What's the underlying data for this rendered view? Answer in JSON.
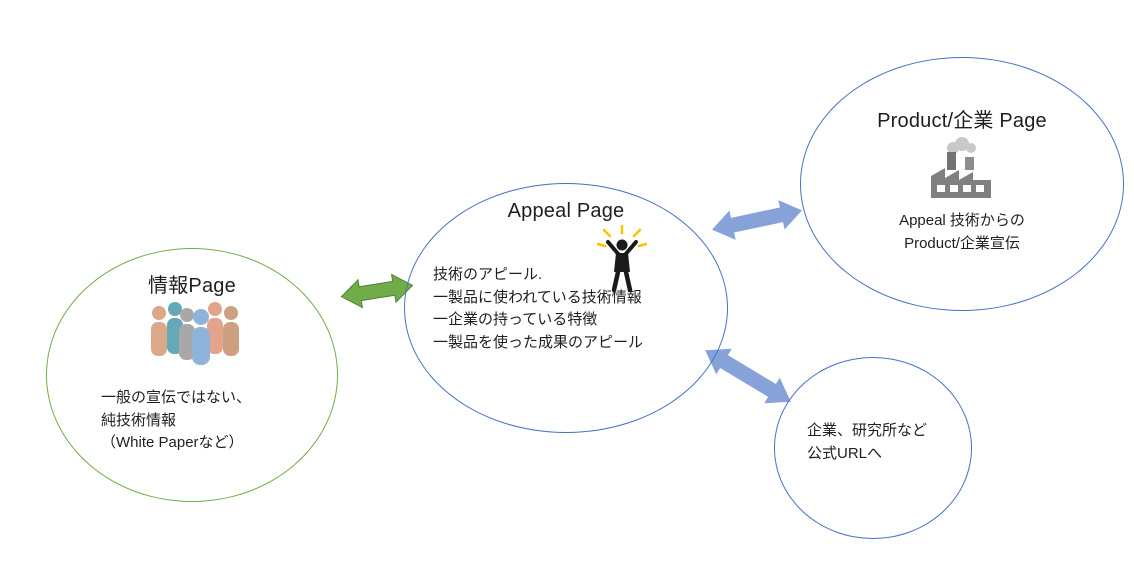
{
  "diagram": {
    "colors": {
      "green": "#70AD47",
      "green_dark": "#548235",
      "blue": "#4472C4",
      "arrow_blue": "#87A2D8",
      "text": "#262626"
    },
    "info_page": {
      "title": "情報Page",
      "icon": "people-group-icon",
      "lines": [
        "一般の宣伝ではない、",
        "純技術情報",
        "（White Paperなど）"
      ]
    },
    "appeal_page": {
      "title": "Appeal Page",
      "icon": "cheering-person-icon",
      "lines": [
        "技術のアピール.",
        "一製品に使われている技術情報",
        "一企業の持っている特徴",
        "一製品を使った成果のアピール"
      ]
    },
    "product_page": {
      "title": "Product/企業 Page",
      "icon": "factory-icon",
      "lines": [
        "Appeal 技術からの",
        "Product/企業宣伝"
      ]
    },
    "official_page": {
      "lines": [
        "企業、研究所など",
        "公式URLへ"
      ]
    }
  }
}
